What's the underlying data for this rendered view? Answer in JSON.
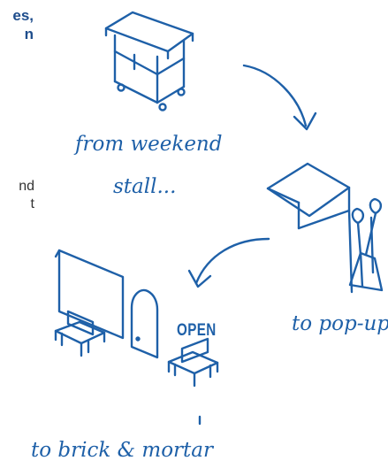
{
  "colors": {
    "accent": "#1e60a8",
    "heading": "#1e4d8c",
    "text": "#333333",
    "background": "#ffffff"
  },
  "heading_fragment": {
    "line1": "es,",
    "line2": "n"
  },
  "body_fragment": {
    "line1": "nd",
    "line2": "t"
  },
  "captions": {
    "weekend_line1": "from weekend",
    "weekend_line2": "stall...",
    "popup": "to pop-up",
    "brick": "to brick & mortar"
  },
  "sign_text": "OPEN",
  "illustrations": [
    "weekend-stall-cart",
    "pop-up-tent-with-balloons",
    "brick-and-mortar-shop",
    "curved-arrows"
  ]
}
